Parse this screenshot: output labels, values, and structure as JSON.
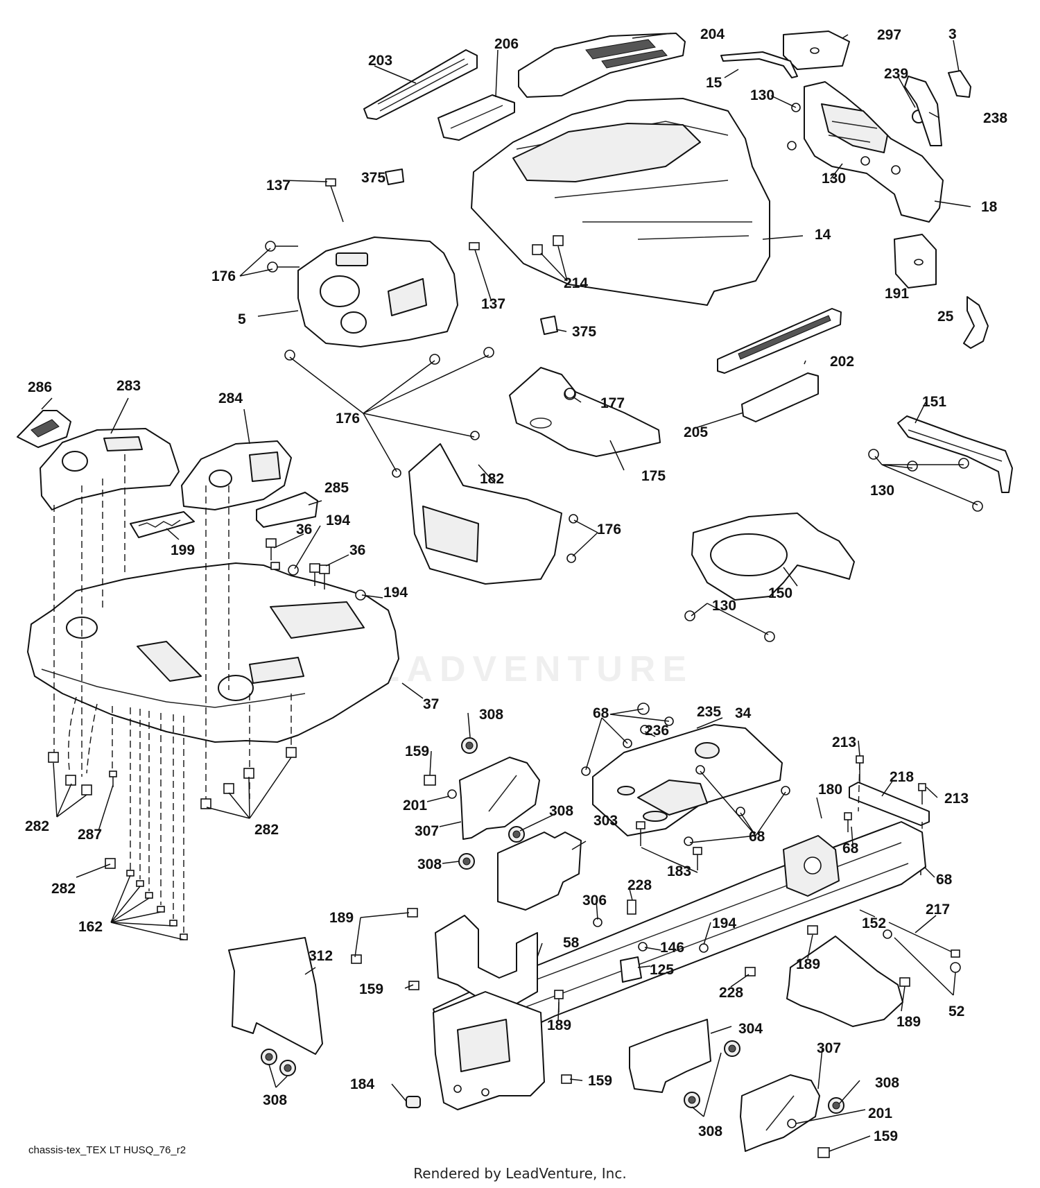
{
  "diagram_name": "chassis-tex_TEX LT HUSQ_76_r2",
  "rendered_by": "Rendered by LeadVenture, Inc.",
  "watermark": "LEADVENTURE",
  "callouts": [
    "3",
    "5",
    "14",
    "15",
    "18",
    "25",
    "34",
    "36",
    "37",
    "52",
    "58",
    "68",
    "125",
    "130",
    "137",
    "146",
    "150",
    "151",
    "152",
    "159",
    "162",
    "175",
    "176",
    "177",
    "180",
    "182",
    "183",
    "184",
    "189",
    "191",
    "194",
    "199",
    "201",
    "202",
    "203",
    "204",
    "205",
    "206",
    "213",
    "214",
    "217",
    "218",
    "228",
    "235",
    "236",
    "238",
    "239",
    "282",
    "283",
    "284",
    "285",
    "286",
    "287",
    "297",
    "303",
    "304",
    "306",
    "307",
    "308",
    "312",
    "375"
  ]
}
